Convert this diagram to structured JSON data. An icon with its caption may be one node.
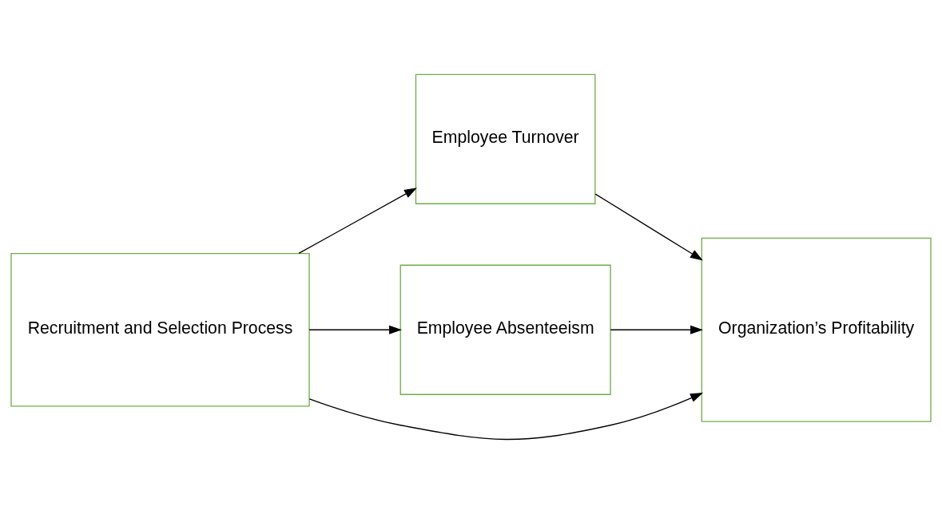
{
  "diagram": {
    "nodes": [
      {
        "text": [
          "Recruitment and Selection Process"
        ]
      },
      {
        "text": [
          "Employee Turnover"
        ]
      },
      {
        "text": [
          "Employee Absenteeism"
        ]
      },
      {
        "text": [
          "Organization’s Profitability"
        ]
      }
    ],
    "edges": [
      {
        "from": 0,
        "to": 1,
        "arrow": "to"
      },
      {
        "from": 0,
        "to": 3,
        "arrow": "to"
      },
      {
        "from": 0,
        "to": 2,
        "arrow": "to"
      },
      {
        "from": 1,
        "to": 3,
        "arrow": "to"
      },
      {
        "from": 2,
        "to": 3,
        "arrow": "to"
      }
    ]
  }
}
